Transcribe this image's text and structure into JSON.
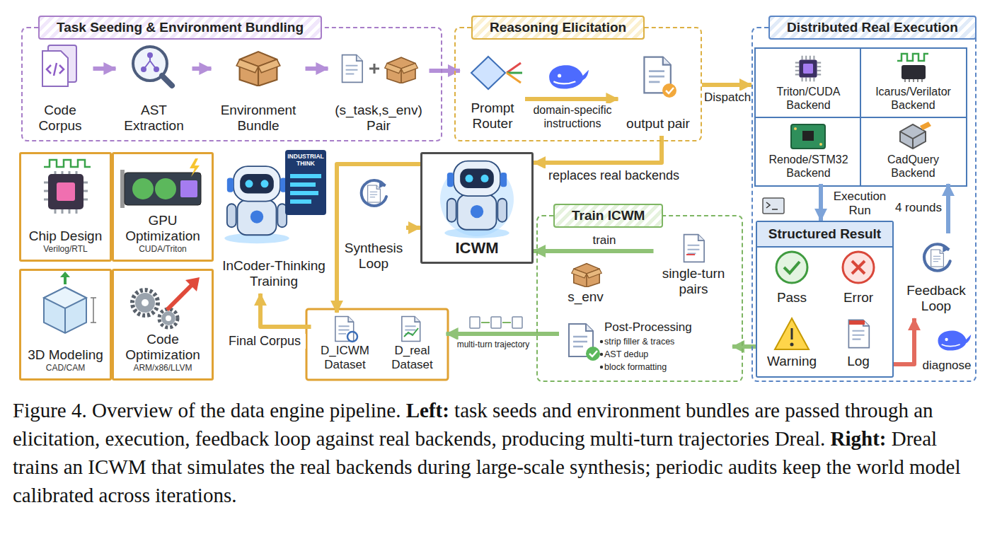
{
  "diagram": {
    "caption": "Figure 4. Overview of the data engine pipeline. Left: task seeds and environment bundles are passed through an elicitation, execution, feedback loop against real backends, producing multi-turn trajectories Dreal. Right: Dreal trains an ICWM that simulates the real backends during large-scale synthesis; periodic audits keep the world model calibrated across iterations.",
    "nodes": [
      {
        "text": [
          "Task Seeding & Environment Bundling"
        ]
      },
      {
        "text": [
          "Code Corpus"
        ],
        "in": 0
      },
      {
        "text": [
          "AST Extraction"
        ],
        "in": 0
      },
      {
        "text": [
          "Environment Bundle"
        ],
        "in": 0
      },
      {
        "text": [
          "(s_task,s_env) Pair"
        ],
        "in": 0
      },
      {
        "text": [
          "Reasoning Elicitation"
        ]
      },
      {
        "text": [
          "Prompt Router"
        ],
        "in": 5
      },
      {
        "text": [
          "output pair"
        ],
        "in": 5
      },
      {
        "text": [
          "Distributed Real Execution"
        ]
      },
      {
        "text": [
          "Triton/CUDA Backend"
        ],
        "in": 8
      },
      {
        "text": [
          "Icarus/Verilator Backend"
        ],
        "in": 8
      },
      {
        "text": [
          "Renode/STM32 Backend"
        ],
        "in": 8
      },
      {
        "text": [
          "CadQuery Backend"
        ],
        "in": 8
      },
      {
        "text": [
          "Structured Result"
        ],
        "in": 8
      },
      {
        "text": [
          "Pass"
        ],
        "in": 13
      },
      {
        "text": [
          "Error"
        ],
        "in": 13
      },
      {
        "text": [
          "Warning"
        ],
        "in": 13
      },
      {
        "text": [
          "Log"
        ],
        "in": 13
      },
      {
        "text": [
          "Feedback Loop"
        ],
        "in": 8
      },
      {
        "text": [
          "Chip Design",
          "Verilog/RTL"
        ]
      },
      {
        "text": [
          "GPU Optimization",
          "CUDA/Triton"
        ]
      },
      {
        "text": [
          "3D Modeling",
          "CAD/CAM"
        ]
      },
      {
        "text": [
          "Code Optimization",
          "ARM/x86/LLVM"
        ]
      },
      {
        "text": [
          "InCoder-Thinking Training"
        ]
      },
      {
        "text": [
          "Synthesis Loop"
        ]
      },
      {
        "text": [
          "ICWM"
        ]
      },
      {
        "text": [
          "Train ICWM"
        ]
      },
      {
        "text": [
          "s_env"
        ],
        "in": 26
      },
      {
        "text": [
          "single-turn pairs"
        ],
        "in": 26
      },
      {
        "text": [
          "Post-Processing",
          "strip filler & traces",
          "AST dedup",
          "block formatting"
        ],
        "in": 26
      },
      {
        "text": [
          "D_ICWM Dataset"
        ]
      },
      {
        "text": [
          "D_real Dataset"
        ]
      }
    ],
    "edges": [
      {
        "from": 1,
        "to": 2,
        "arrow": "to"
      },
      {
        "from": 2,
        "to": 3,
        "arrow": "to"
      },
      {
        "from": 3,
        "to": 4,
        "arrow": "to"
      },
      {
        "from": 4,
        "to": 6,
        "arrow": "to"
      },
      {
        "from": 6,
        "to": 7,
        "label": "domain-specific instructions",
        "arrow": "to"
      },
      {
        "from": 5,
        "to": 8,
        "label": "Dispatch",
        "arrow": "to"
      },
      {
        "from": 7,
        "to": 25,
        "label": "replaces real backends",
        "arrow": "to"
      },
      {
        "from": 11,
        "to": 13,
        "label": "Execution Run",
        "arrow": "to"
      },
      {
        "from": 18,
        "to": 12,
        "label": "4 rounds",
        "arrow": "to"
      },
      {
        "from": 13,
        "to": 18,
        "label": "diagnose",
        "arrow": "to"
      },
      {
        "from": 13,
        "to": 29,
        "arrow": "to"
      },
      {
        "from": 28,
        "to": 25,
        "label": "train",
        "arrow": "to"
      },
      {
        "from": 24,
        "to": 25,
        "arrow": "to"
      },
      {
        "from": 25,
        "to": 30,
        "arrow": "to"
      },
      {
        "from": 29,
        "to": 31,
        "label": "multi-turn trajectory",
        "arrow": "to"
      },
      {
        "from": 30,
        "to": 23,
        "label": "Final Corpus",
        "arrow": "to"
      }
    ],
    "labels": [
      "INDUSTRIAL THINK"
    ]
  }
}
